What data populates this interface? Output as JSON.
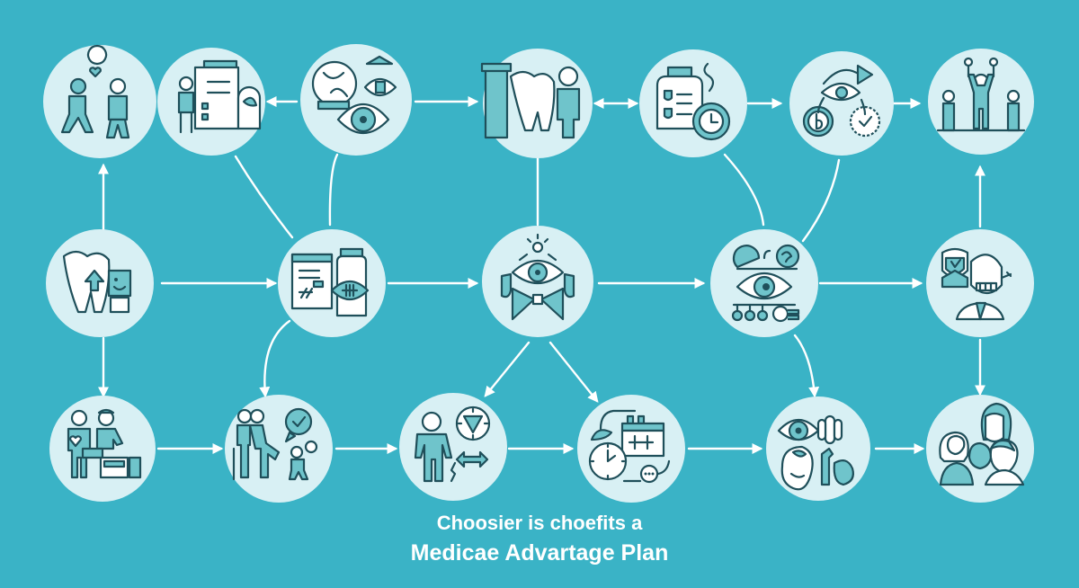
{
  "diagram": {
    "background_color": "#3ab3c6",
    "node_fill_color": "#d8f0f4",
    "icon_stroke_color": "#1f4f5a",
    "icon_accent_color": "#6fc4cb",
    "connector_color": "#ffffff",
    "caption": {
      "line1": "Choosier is choefits a",
      "line2": "Medicae Advartage Plan"
    },
    "nodes": [
      {
        "id": "r1c1",
        "icon": "couple-heart-icon",
        "row": 1
      },
      {
        "id": "r1c2",
        "icon": "person-checklist-board-icon",
        "row": 1
      },
      {
        "id": "r1c3",
        "icon": "eye-vision-collage-icon",
        "row": 1
      },
      {
        "id": "r1c4",
        "icon": "tooth-dental-person-icon",
        "row": 1
      },
      {
        "id": "r1c5",
        "icon": "medication-bottle-clock-icon",
        "row": 1
      },
      {
        "id": "r1c6",
        "icon": "eye-cycle-arrows-icon",
        "row": 1
      },
      {
        "id": "r1c7",
        "icon": "group-celebration-icon",
        "row": 1
      },
      {
        "id": "r2c1",
        "icon": "tooth-arrow-child-icon",
        "row": 2
      },
      {
        "id": "r2c2",
        "icon": "prescription-bottle-icon",
        "row": 2
      },
      {
        "id": "r2c3",
        "icon": "eye-hands-bowtie-icon",
        "row": 2
      },
      {
        "id": "r2c4",
        "icon": "eye-exam-flowchart-icon",
        "row": 2
      },
      {
        "id": "r2c5",
        "icon": "doctor-shield-heart-icon",
        "row": 2
      },
      {
        "id": "r3c1",
        "icon": "caregivers-luggage-icon",
        "row": 3
      },
      {
        "id": "r3c2",
        "icon": "family-support-heart-icon",
        "row": 3
      },
      {
        "id": "r3c3",
        "icon": "person-clock-arrows-icon",
        "row": 3
      },
      {
        "id": "r3c4",
        "icon": "clock-calendar-schedule-icon",
        "row": 3
      },
      {
        "id": "r3c5",
        "icon": "eye-hearing-dental-icon",
        "row": 3
      },
      {
        "id": "r3c6",
        "icon": "family-group-icon",
        "row": 3
      }
    ],
    "connections": [
      {
        "from": "r1c3",
        "to": "r1c2",
        "type": "arrow"
      },
      {
        "from": "r1c3",
        "to": "r1c4",
        "type": "arrow"
      },
      {
        "from": "r1c4",
        "to": "r1c5",
        "type": "double-arrow"
      },
      {
        "from": "r1c5",
        "to": "r1c6",
        "type": "arrow"
      },
      {
        "from": "r1c6",
        "to": "r1c7",
        "type": "arrow"
      },
      {
        "from": "r2c1",
        "to": "r1c1",
        "type": "arrow"
      },
      {
        "from": "r2c1",
        "to": "r3c1",
        "type": "arrow"
      },
      {
        "from": "r2c1",
        "to": "r2c2",
        "type": "arrow"
      },
      {
        "from": "r2c2",
        "to": "r2c3",
        "type": "arrow"
      },
      {
        "from": "r2c3",
        "to": "r2c4",
        "type": "arrow"
      },
      {
        "from": "r2c4",
        "to": "r2c5",
        "type": "arrow"
      },
      {
        "from": "r2c5",
        "to": "r1c7",
        "type": "arrow"
      },
      {
        "from": "r2c5",
        "to": "r3c6",
        "type": "arrow"
      },
      {
        "from": "r1c2",
        "to": "r2c2",
        "type": "line"
      },
      {
        "from": "r1c3",
        "to": "r2c2",
        "type": "line"
      },
      {
        "from": "r1c4",
        "to": "r2c3",
        "type": "line"
      },
      {
        "from": "r1c5",
        "to": "r2c4",
        "type": "line"
      },
      {
        "from": "r1c6",
        "to": "r2c4",
        "type": "line"
      },
      {
        "from": "r2c2",
        "to": "r3c2",
        "type": "arrow"
      },
      {
        "from": "r2c3",
        "to": "r3c3",
        "type": "arrow"
      },
      {
        "from": "r2c3",
        "to": "r3c4",
        "type": "arrow"
      },
      {
        "from": "r2c4",
        "to": "r3c5",
        "type": "arrow"
      },
      {
        "from": "r3c1",
        "to": "r3c2",
        "type": "arrow"
      },
      {
        "from": "r3c2",
        "to": "r3c3",
        "type": "arrow"
      },
      {
        "from": "r3c3",
        "to": "r3c4",
        "type": "arrow"
      },
      {
        "from": "r3c4",
        "to": "r3c5",
        "type": "arrow"
      },
      {
        "from": "r3c5",
        "to": "r3c6",
        "type": "arrow"
      }
    ]
  }
}
